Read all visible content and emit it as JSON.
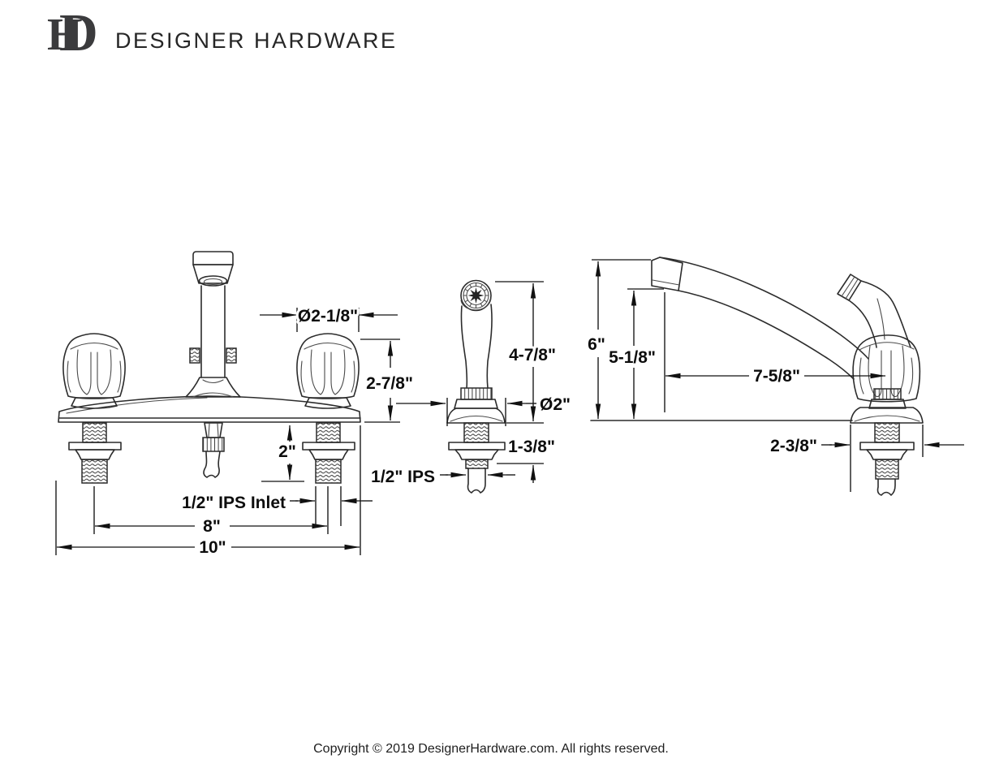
{
  "header": {
    "logo_d": "D",
    "logo_h": "H",
    "brand": "DESIGNER HARDWARE"
  },
  "views": {
    "front": {
      "dim_handle_diameter": "Ø2-1/8\"",
      "dim_handle_height": "2-7/8\"",
      "dim_shank_length": "2\"",
      "dim_inlet": "1/2\" IPS Inlet",
      "dim_handle_centers": "8\"",
      "dim_overall_width": "10\""
    },
    "sprayer": {
      "dim_height": "4-7/8\"",
      "dim_base_diameter": "Ø2\"",
      "dim_shank_length": "1-3/8\"",
      "dim_inlet": "1/2\" IPS"
    },
    "side": {
      "dim_overall_height": "6\"",
      "dim_spout_height": "5-1/8\"",
      "dim_spout_reach": "7-5/8\"",
      "dim_base_diameter": "2-3/8\""
    }
  },
  "footer": {
    "copyright": "Copyright © 2019 DesignerHardware.com. All rights reserved."
  }
}
